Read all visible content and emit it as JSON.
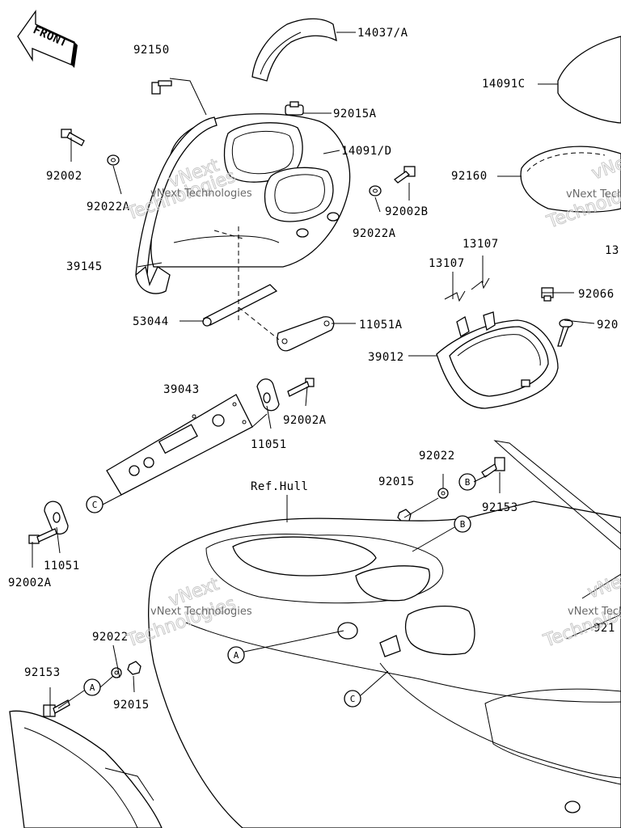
{
  "front_badge": "FRONT",
  "watermark": {
    "line1": "vNext",
    "line2": "Technologies",
    "combined": "vNext Technologies"
  },
  "callout_labels": {
    "p14037A": "14037/A",
    "p14091C": "14091C",
    "p92150": "92150",
    "p92015A": "92015A",
    "p14091D": "14091/D",
    "p92002_top": "92002",
    "p92022A_left": "92022A",
    "p92002B": "92002B",
    "p92022A_right": "92022A",
    "p92160": "92160",
    "p13107_a": "13107",
    "p13107_b": "13107",
    "p13_cut": "13",
    "p39145": "39145",
    "p92066_cut": "92066",
    "p920_cut": "920",
    "p53044": "53044",
    "p11051A": "11051A",
    "p39012": "39012",
    "p39043": "39043",
    "p92002A_mid": "92002A",
    "p11051_mid": "11051",
    "p92022_mid": "92022",
    "p92015_mid": "92015",
    "p92153_mid": "92153",
    "p11051_low": "11051",
    "p92002A_low": "92002A",
    "ref_hull": "Ref.Hull",
    "p92022_bot": "92022",
    "p92153_bot": "92153",
    "p92015_bot": "92015",
    "p921_cut": "921"
  },
  "reference_marks": {
    "A": "A",
    "B": "B",
    "C": "C"
  }
}
